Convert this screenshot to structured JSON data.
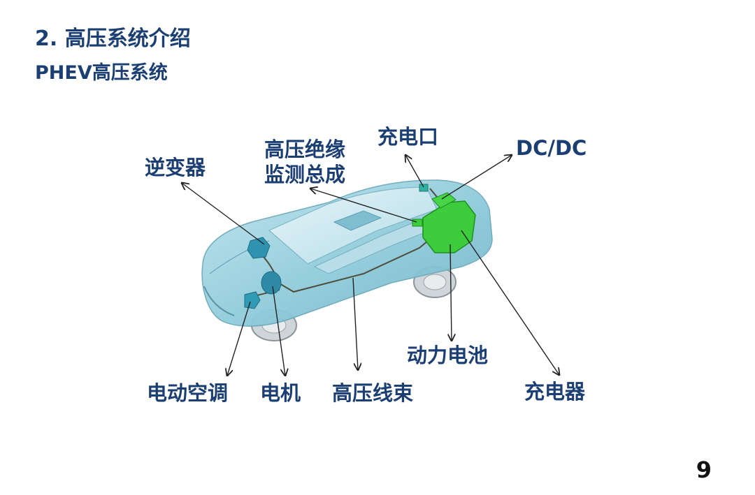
{
  "slide": {
    "title": "2. 高压系统介绍",
    "subtitle": "PHEV高压系统",
    "page_number": "9"
  },
  "labels": {
    "inverter": "逆变器",
    "insulation_line1": "高压绝缘",
    "insulation_line2": "监测总成",
    "charge_port": "充电口",
    "dcdc": "DC/DC",
    "battery": "动力电池",
    "ac": "电动空调",
    "motor": "电机",
    "harness": "高压线束",
    "charger": "充电器"
  },
  "colors": {
    "text": "#1b3f73",
    "car_body": "#9fd3e0",
    "battery_green": "#3ccc3c",
    "component_teal": "#2f93b0"
  }
}
